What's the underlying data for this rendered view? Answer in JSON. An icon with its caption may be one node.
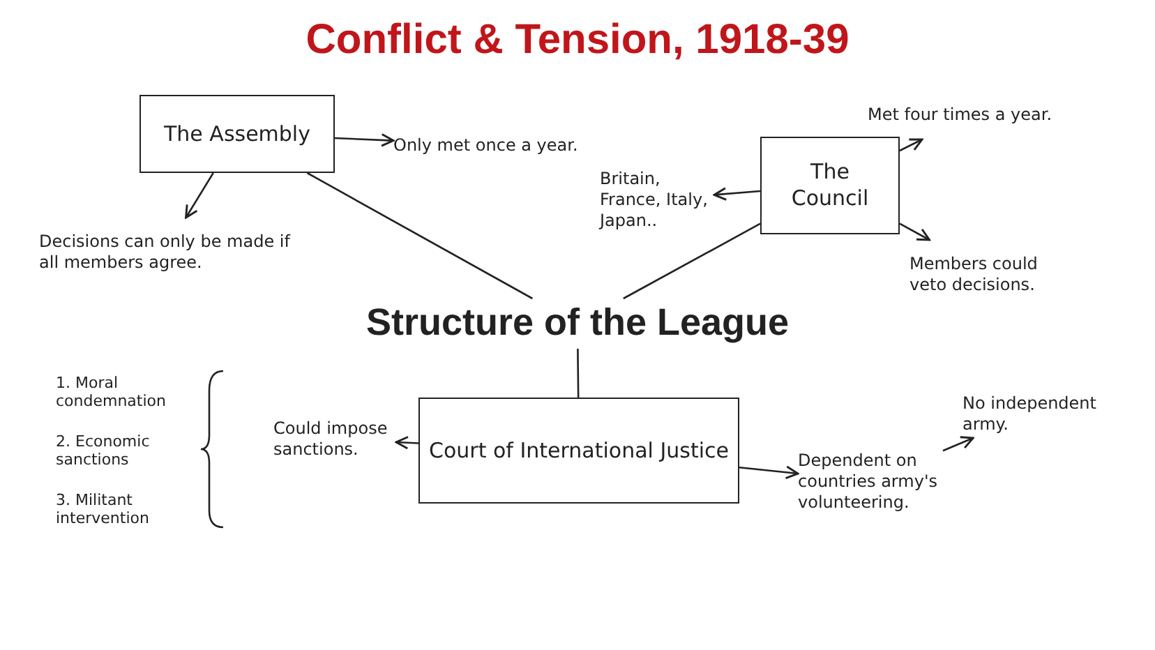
{
  "diagram": {
    "title": "Conflict & Tension, 1918-39",
    "nodes": [
      {
        "text": [
          "Structure of the League"
        ]
      },
      {
        "text": [
          "The Assembly"
        ]
      },
      {
        "text": [
          "Only met once a year."
        ]
      },
      {
        "text": [
          "Decisions can only be made if all members agree."
        ]
      },
      {
        "text": [
          "The Council"
        ]
      },
      {
        "text": [
          "Met four times a year."
        ]
      },
      {
        "text": [
          "Britain, France, Italy, Japan.."
        ]
      },
      {
        "text": [
          "Members could veto decisions."
        ]
      },
      {
        "text": [
          "Court of International Justice"
        ]
      },
      {
        "text": [
          "Could impose sanctions."
        ]
      },
      {
        "text": [
          "Dependent on countries army's volunteering."
        ]
      },
      {
        "text": [
          "No independent army."
        ]
      }
    ],
    "edges": [
      {
        "from": 1,
        "to": 0,
        "arrow": "none"
      },
      {
        "from": 4,
        "to": 0,
        "arrow": "none"
      },
      {
        "from": 8,
        "to": 0,
        "arrow": "none"
      },
      {
        "from": 1,
        "to": 2,
        "arrow": "to"
      },
      {
        "from": 1,
        "to": 3,
        "arrow": "to"
      },
      {
        "from": 4,
        "to": 5,
        "arrow": "to"
      },
      {
        "from": 4,
        "to": 6,
        "arrow": "to"
      },
      {
        "from": 4,
        "to": 7,
        "arrow": "to"
      },
      {
        "from": 8,
        "to": 9,
        "arrow": "to"
      },
      {
        "from": 8,
        "to": 10,
        "arrow": "to"
      },
      {
        "from": 10,
        "to": 11,
        "arrow": "to"
      }
    ],
    "labels": [
      "1. Moral condemnation",
      "2. Economic sanctions",
      "3. Militant intervention"
    ]
  }
}
